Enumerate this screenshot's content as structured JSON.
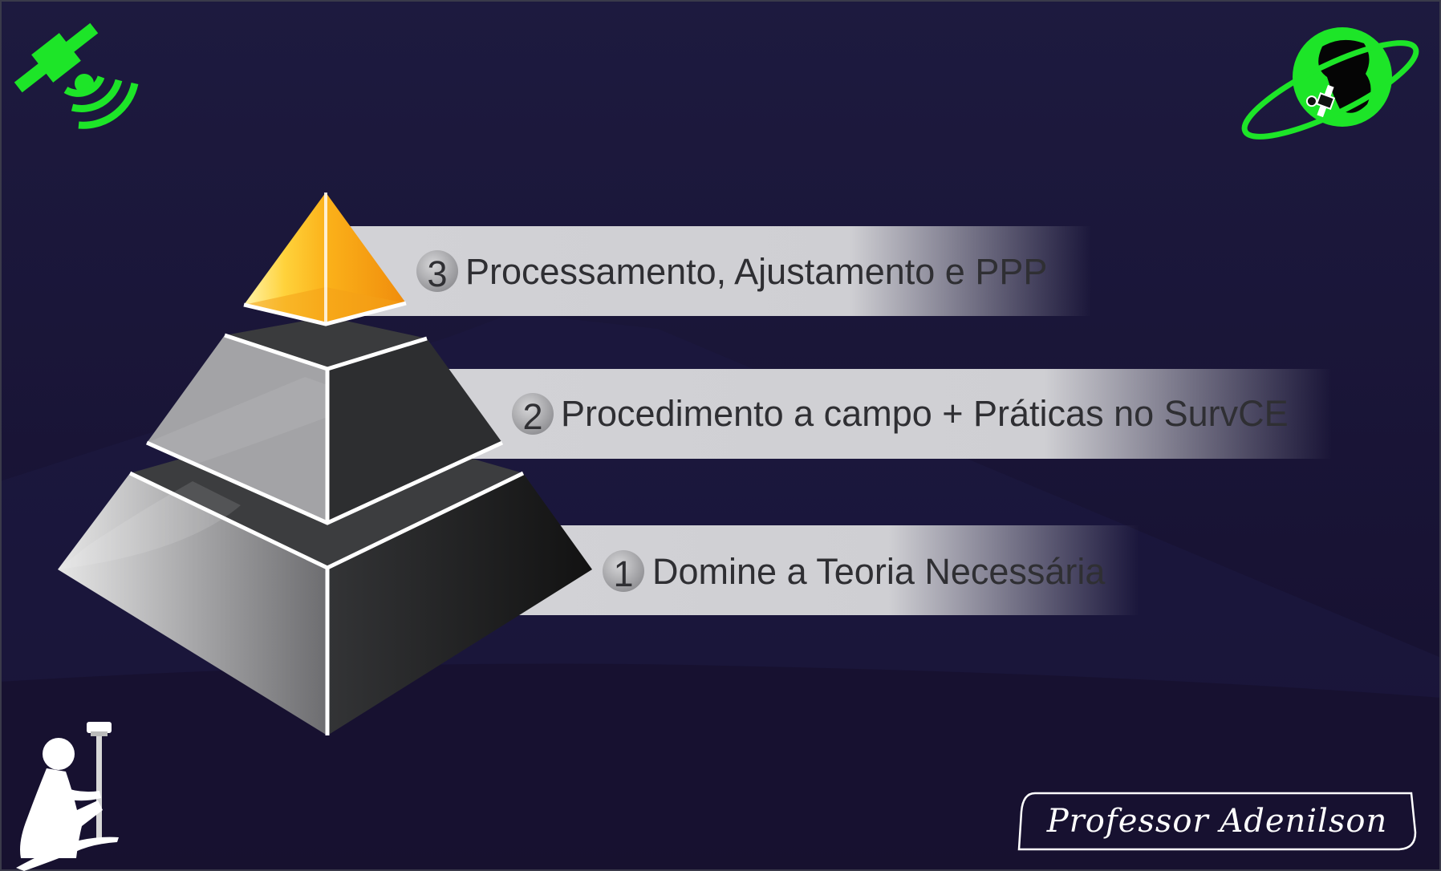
{
  "diagram": {
    "levels": [
      {
        "number": "3",
        "label": "Processamento, Ajustamento e PPP"
      },
      {
        "number": "2",
        "label": "Procedimento a campo + Práticas no SurvCE"
      },
      {
        "number": "1",
        "label": "Domine a Teoria Necessária"
      }
    ]
  },
  "footer": {
    "signature": "Professor Adenilson"
  },
  "icons": {
    "top_left": "satellite-icon",
    "top_right": "globe-orbit-icon",
    "bottom_left": "surveyor-gnss-icon"
  },
  "colors": {
    "background": "#1a1838",
    "icon_green": "#1de528",
    "apex_gold": "#fbb21a",
    "label_band": "#d0d0d4"
  }
}
